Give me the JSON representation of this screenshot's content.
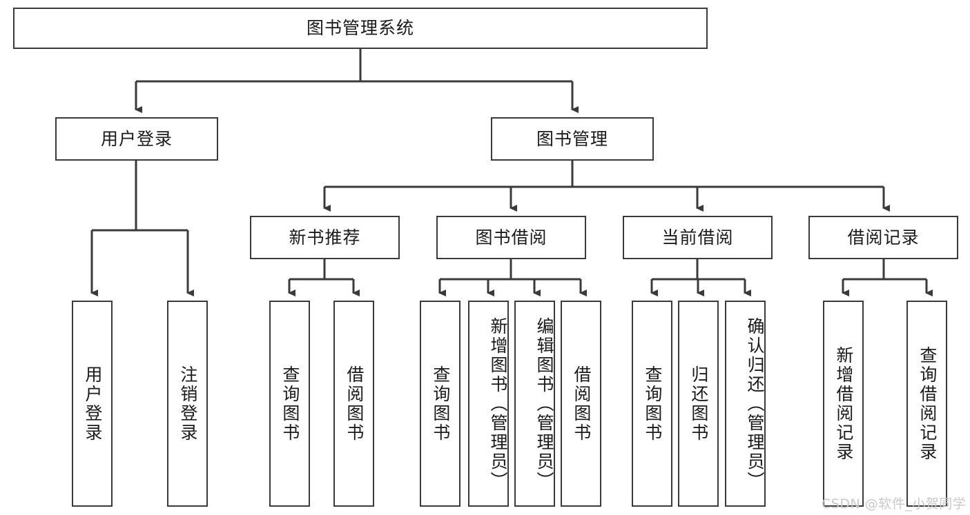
{
  "diagram": {
    "title": "图书管理系统",
    "type": "tree-hierarchy-diagram",
    "colors": {
      "box_border": "#3a3a3a",
      "box_fill": "#ffffff",
      "line": "#3a3a3a",
      "text": "#1a1a1a",
      "watermark": "#c9c9c9"
    },
    "root": {
      "label": "图书管理系统"
    },
    "level2": [
      {
        "label": "用户登录"
      },
      {
        "label": "图书管理"
      }
    ],
    "level3": [
      {
        "label": "新书推荐"
      },
      {
        "label": "图书借阅"
      },
      {
        "label": "当前借阅"
      },
      {
        "label": "借阅记录"
      }
    ],
    "leaves": {
      "user_login": [
        {
          "label": "用户登录"
        },
        {
          "label": "注销登录"
        }
      ],
      "new_book_recommend": [
        {
          "label": "查询图书"
        },
        {
          "label": "借阅图书"
        }
      ],
      "book_borrow": [
        {
          "label": "查询图书"
        },
        {
          "label": "新增图书（管理员）"
        },
        {
          "label": "编辑图书（管理员）"
        },
        {
          "label": "借阅图书"
        }
      ],
      "current_borrow": [
        {
          "label": "查询图书"
        },
        {
          "label": "归还图书"
        },
        {
          "label": "确认归还（管理员）"
        }
      ],
      "borrow_record": [
        {
          "label": "新增借阅记录"
        },
        {
          "label": "查询借阅记录"
        }
      ]
    },
    "watermark": "CSDN @软件_小贺同学"
  }
}
